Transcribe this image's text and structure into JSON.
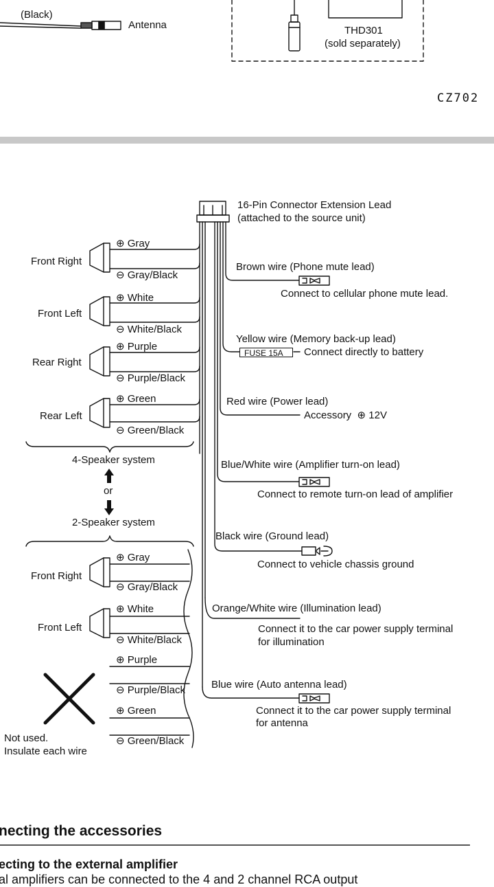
{
  "top": {
    "black_label": "(Black)",
    "antenna_label": "Antenna",
    "thd_label": "THD301",
    "sold_separately": "(sold separately)",
    "model": "CZ702"
  },
  "connector": {
    "line1": "16-Pin Connector Extension Lead",
    "line2": "(attached to the source unit)"
  },
  "speakers4": [
    {
      "name": "Front Right",
      "plus": "Gray",
      "minus": "Gray/Black"
    },
    {
      "name": "Front Left",
      "plus": "White",
      "minus": "White/Black"
    },
    {
      "name": "Rear Right",
      "plus": "Purple",
      "minus": "Purple/Black"
    },
    {
      "name": "Rear Left",
      "plus": "Green",
      "minus": "Green/Black"
    }
  ],
  "system": {
    "four": "4-Speaker system",
    "or": "or",
    "two": "2-Speaker system"
  },
  "speakers2": [
    {
      "name": "Front Right",
      "plus": "Gray",
      "minus": "Gray/Black"
    },
    {
      "name": "Front Left",
      "plus": "White",
      "minus": "White/Black"
    }
  ],
  "unused": {
    "wires": [
      "Purple",
      "Purple/Black",
      "Green",
      "Green/Black"
    ],
    "note1": "Not used.",
    "note2": "Insulate each wire"
  },
  "wires": {
    "brown": {
      "label": "Brown wire (Phone mute lead)",
      "desc": "Connect to cellular phone mute lead."
    },
    "yellow": {
      "label": "Yellow wire (Memory back-up lead)",
      "fuse": "FUSE 15A",
      "desc": "Connect directly to battery"
    },
    "red": {
      "label": "Red wire (Power lead)",
      "desc": "Accessory",
      "volt": "12V"
    },
    "bluewhite": {
      "label": "Blue/White wire (Amplifier turn-on lead)",
      "desc": "Connect to remote turn-on lead of amplifier"
    },
    "black": {
      "label": "Black wire (Ground lead)",
      "desc": "Connect to vehicle chassis ground"
    },
    "orangewhite": {
      "label": "Orange/White wire (Illumination lead)",
      "desc1": "Connect it to the car power supply terminal",
      "desc2": "for illumination"
    },
    "blue": {
      "label": "Blue wire (Auto antenna lead)",
      "desc1": "Connect it to the car power supply terminal",
      "desc2": "for antenna"
    }
  },
  "section": {
    "heading": "necting the accessories",
    "subheading": "ecting to the external amplifier",
    "body": "al amplifiers can be connected to the 4 and 2 channel RCA output"
  }
}
